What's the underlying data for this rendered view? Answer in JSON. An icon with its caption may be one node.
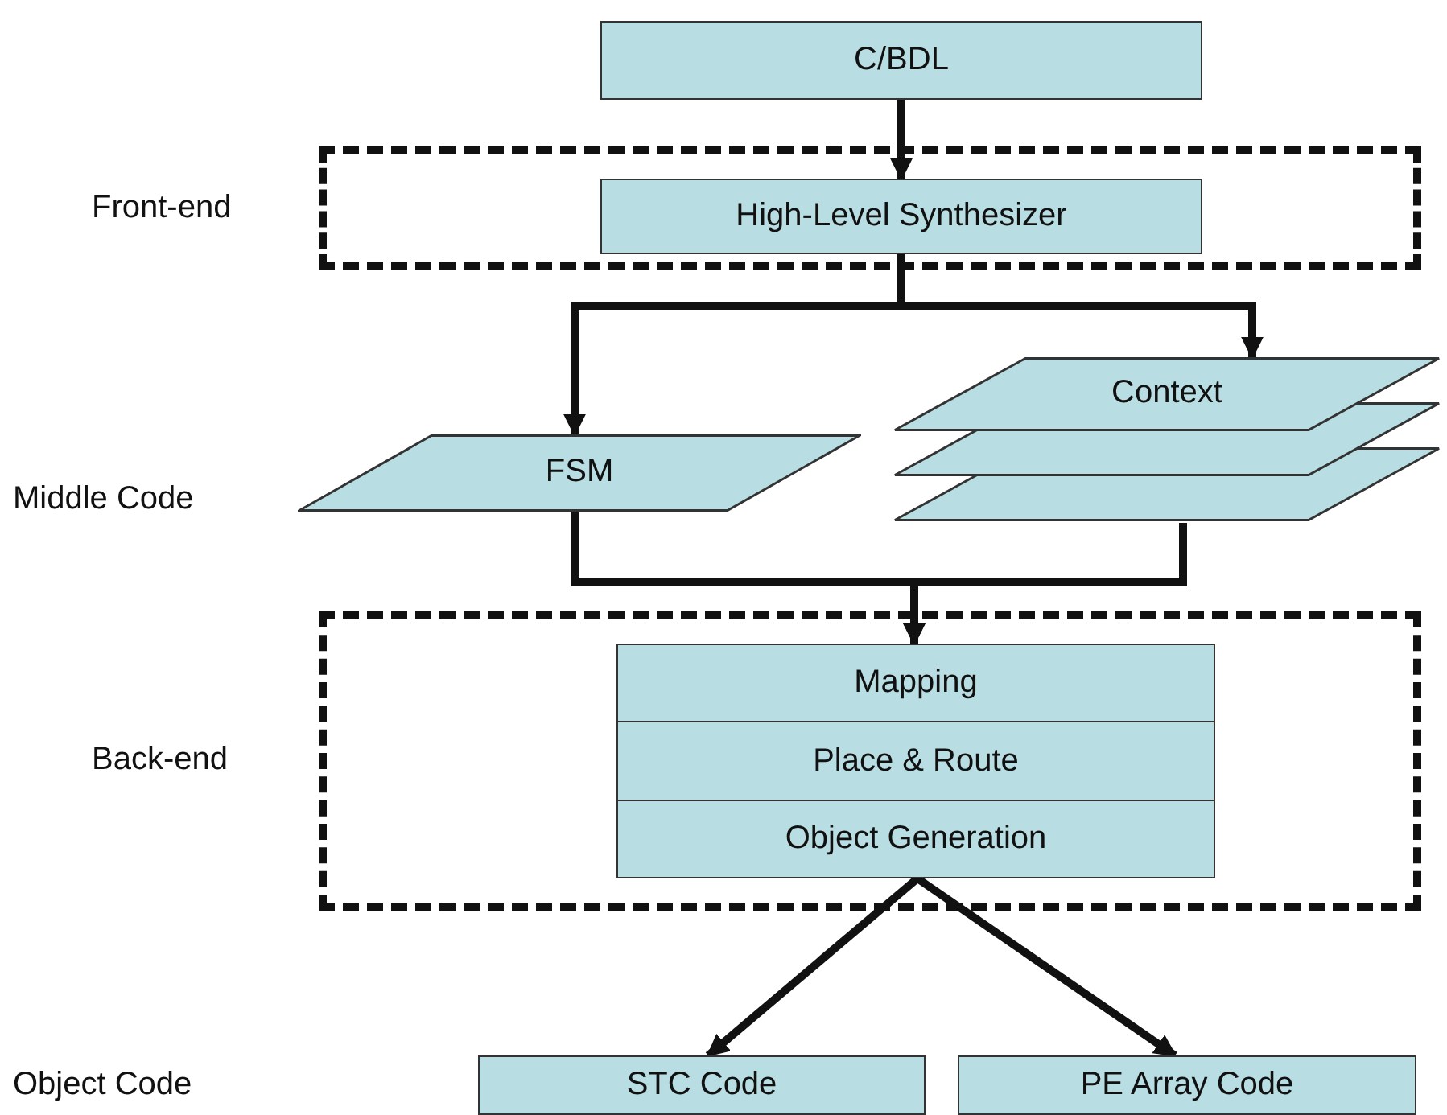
{
  "diagram": {
    "nodes": [
      {
        "text": [
          "C/BDL"
        ]
      },
      {
        "text": [
          "Front-end"
        ]
      },
      {
        "text": [
          "High-Level Synthesizer"
        ],
        "in": 1
      },
      {
        "text": [
          "FSM"
        ]
      },
      {
        "text": [
          "Context"
        ]
      },
      {
        "text": [
          "Back-end"
        ]
      },
      {
        "text": [
          "Mapping"
        ],
        "in": 5
      },
      {
        "text": [
          "Place & Route"
        ],
        "in": 5
      },
      {
        "text": [
          "Object Generation"
        ],
        "in": 5
      },
      {
        "text": [
          "STC Code"
        ]
      },
      {
        "text": [
          "PE Array Code"
        ]
      }
    ],
    "edges": [
      {
        "from": 0,
        "to": 2,
        "arrow": "to"
      },
      {
        "from": 2,
        "to": 3,
        "arrow": "to"
      },
      {
        "from": 2,
        "to": 4,
        "arrow": "to"
      },
      {
        "from": 3,
        "to": 6,
        "arrow": "to"
      },
      {
        "from": 4,
        "to": 6,
        "arrow": "to"
      },
      {
        "from": 8,
        "to": 9,
        "arrow": "to"
      },
      {
        "from": 8,
        "to": 10,
        "arrow": "to"
      }
    ],
    "labels": [
      "Middle Code",
      "Object Code"
    ]
  }
}
